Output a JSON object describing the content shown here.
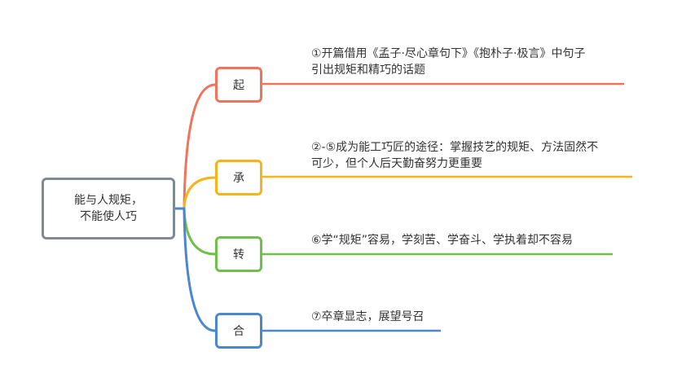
{
  "root": {
    "line1": "能与人规矩，",
    "line2": "不能使人巧"
  },
  "branches": [
    {
      "label": "起",
      "color": "#f0735c",
      "lines": [
        "①开篇借用《孟子·尽心章句下》《抱朴子·极言》中句子",
        "引出规矩和精巧的话题"
      ]
    },
    {
      "label": "承",
      "color": "#f4b41a",
      "lines": [
        "②-⑤成为能工巧匠的途径：掌握技艺的规矩、方法固然不",
        "可少，但个人后天勤奋努力更重要"
      ]
    },
    {
      "label": "转",
      "color": "#6fbf4a",
      "lines": [
        "⑥学“规矩”容易，学刻苦、学奋斗、学执着却不容易"
      ]
    },
    {
      "label": "合",
      "color": "#4a87cf",
      "lines": [
        "⑦卒章显志，展望号召"
      ]
    }
  ],
  "root_color": "#808a95"
}
